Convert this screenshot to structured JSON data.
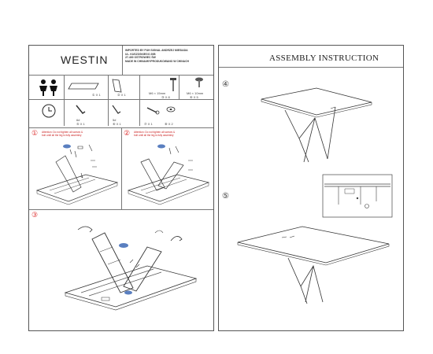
{
  "left": {
    "brand": "WESTIN",
    "importer_lines": [
      "IMPORTED BY PUH SIGNAL ANDRZEJ MIESIADA",
      "UL. KUSZOSKIEGO 20B",
      "27-400 OSTROWIEC ŚW",
      "MADE IN CHINA/WYPRODUKOWANO W CHINACH"
    ],
    "parts": [
      {
        "label": "",
        "qty": "① X 1"
      },
      {
        "label": "",
        "qty": "② X 1"
      },
      {
        "label": "M6 × 15mm",
        "qty": "③ X 8"
      },
      {
        "label": "M6 × 10mm",
        "qty": "④ X 5"
      }
    ],
    "tools": [
      {
        "label": "6#",
        "qty": "⑤ X 1"
      },
      {
        "label": "5#",
        "qty": "⑥ X 1"
      },
      {
        "label": "",
        "qty": "⑦ X 1"
      },
      {
        "label": "",
        "qty": "⑧ X 2"
      }
    ],
    "steps": [
      {
        "num": "①",
        "warning": "Attention: Do not tighten all screws & bolt until all the leg is fully assembly"
      },
      {
        "num": "②",
        "warning": "Attention: Do not tighten all screws & bolt until all the leg is fully assembly"
      },
      {
        "num": "③"
      }
    ]
  },
  "right": {
    "title": "ASSEMBLY INSTRUCTION",
    "steps": [
      {
        "num": "④"
      },
      {
        "num": "⑤"
      }
    ]
  }
}
